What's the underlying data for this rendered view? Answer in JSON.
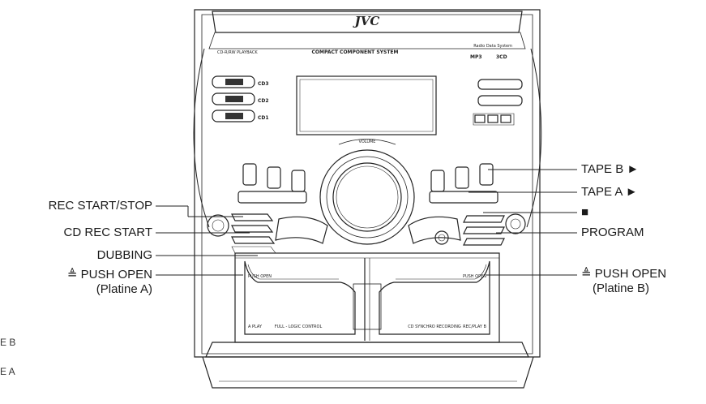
{
  "device": {
    "brand": "JVC",
    "model_line": "COMPACT COMPONENT SYSTEM",
    "rds": "Radio Data System",
    "playback_badge": "CD-R/RW PLAYBACK",
    "mp3_badge": "MP3",
    "cd_badge": "3CD",
    "cd_buttons": [
      "CD3",
      "CD2",
      "CD1"
    ],
    "volume": "VOLUME",
    "deck_a_play": "A PLAY",
    "deck_b_rec": "REC/PLAY B",
    "full_logic": "FULL - LOGIC CONTROL",
    "cd_sync": "CD SYNCHRO RECORDING",
    "push_open": "PUSH OPEN"
  },
  "labels": {
    "tape_b": "TAPE B ►",
    "tape_a": "TAPE A ►",
    "stop": "■",
    "program": "PROGRAM",
    "rec_start_stop": "REC START/STOP",
    "cd_rec_start": "CD REC START",
    "dubbing": "DUBBING",
    "push_open_a_line1": "≜ PUSH OPEN",
    "push_open_a_line2": "(Platine A)",
    "push_open_b_line1": "≜ PUSH OPEN",
    "push_open_b_line2": "(Platine B)",
    "cut_tape_b": "E B",
    "cut_tape_a": "E A"
  }
}
